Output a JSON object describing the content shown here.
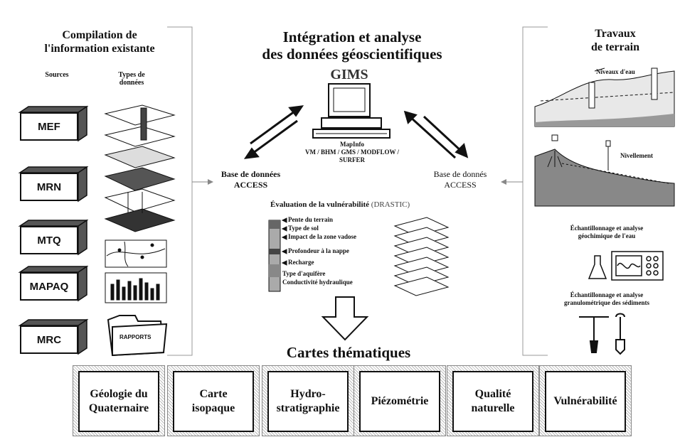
{
  "left": {
    "title_line1": "Compilation de",
    "title_line2": "l'information existante",
    "col_sources": "Sources",
    "col_types_line1": "Types de",
    "col_types_line2": "données",
    "sources": [
      "MEF",
      "MRN",
      "MTQ",
      "MAPAQ",
      "MRC"
    ],
    "folder_label": "RAPPORTS"
  },
  "center": {
    "title_line1": "Intégration et analyse",
    "title_line2": "des données géoscientifiques",
    "gims": "GIMS",
    "software_line1": "MapInfo",
    "software_line2": "VM / BHM / GMS / MODFLOW / SURFER",
    "db_left_line1": "Base de données",
    "db_left_line2": "ACCESS",
    "db_right_line1": "Base de donnés",
    "db_right_line2": "ACCESS",
    "drastic_title": "Évaluation de la vulnérabilité",
    "drastic_acronym": "(DRASTIC)",
    "drastic_items": [
      "Pente du terrain",
      "Type de sol",
      "Impact de la zone vadose",
      "Profondeur à la nappe",
      "Recharge",
      "Type d'aquifère",
      "Conductivité hydraulique"
    ],
    "maps_title": "Cartes thématiques"
  },
  "right": {
    "title_line1": "Travaux",
    "title_line2": "de terrain",
    "water_levels": "Niveaux d'eau",
    "leveling": "Nivellement",
    "geochem_line1": "Échantillonnage et analyse",
    "geochem_line2": "géochimique de l'eau",
    "grain_line1": "Échantillonnage et analyse",
    "grain_line2": "granulométrique des sédiments"
  },
  "maps": [
    {
      "line1": "Géologie du",
      "line2": "Quaternaire"
    },
    {
      "line1": "Carte",
      "line2": "isopaque"
    },
    {
      "line1": "Hydro-",
      "line2": "stratigraphie"
    },
    {
      "line1": "Piézométrie",
      "line2": ""
    },
    {
      "line1": "Qualité",
      "line2": "naturelle"
    },
    {
      "line1": "Vulnérabilité",
      "line2": ""
    }
  ]
}
